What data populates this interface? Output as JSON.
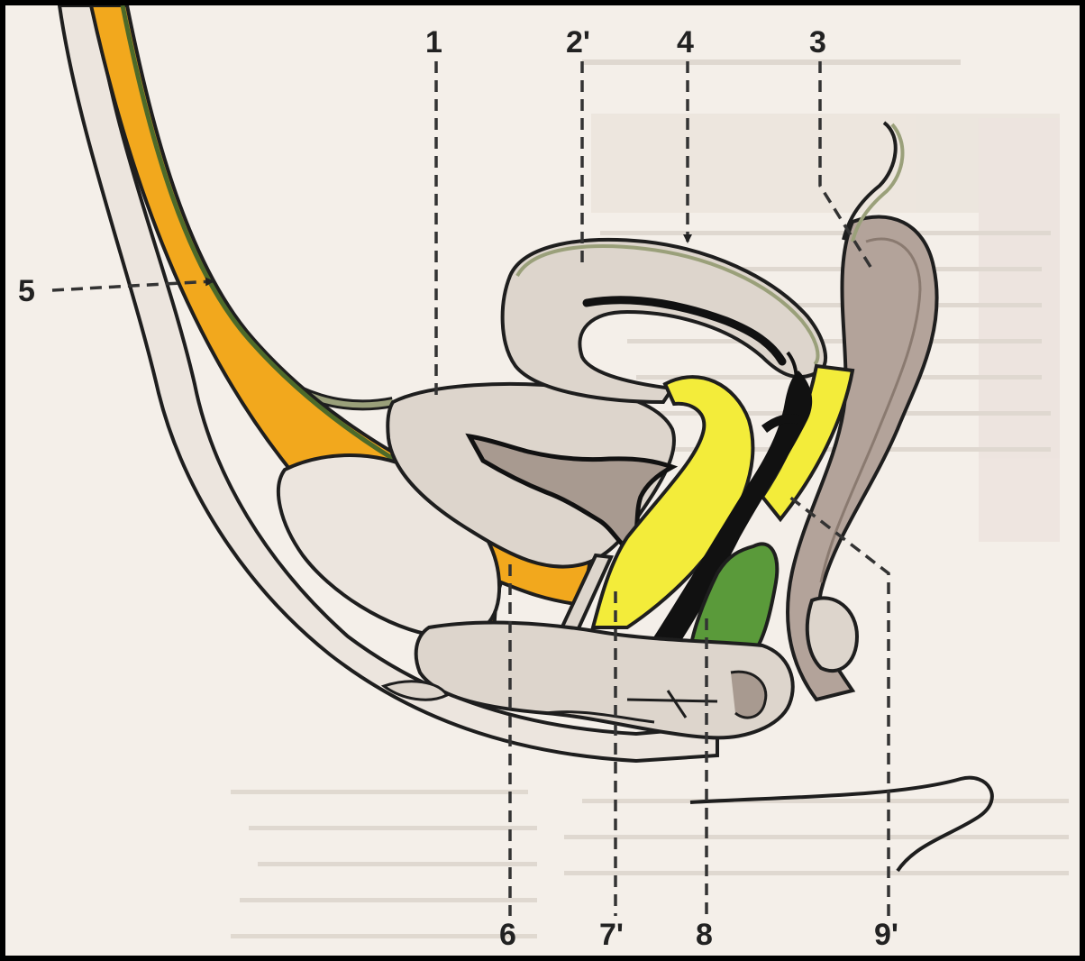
{
  "labels": {
    "l1": "1",
    "l2": "2'",
    "l4": "4",
    "l3": "3",
    "l5": "5",
    "l6": "6",
    "l7": "7'",
    "l8": "8",
    "l9": "9'"
  },
  "colors": {
    "background": "#f4efe9",
    "tissue": "#ddd5cc",
    "tissue_dark": "#a89a90",
    "outline": "#1e1e1e",
    "peritoneum": "#9aa07a",
    "orange_structure": "#f2a81d",
    "yellow_structure": "#f3ec3a",
    "green_structure": "#5a9a3a",
    "black_lumen": "#111111"
  }
}
